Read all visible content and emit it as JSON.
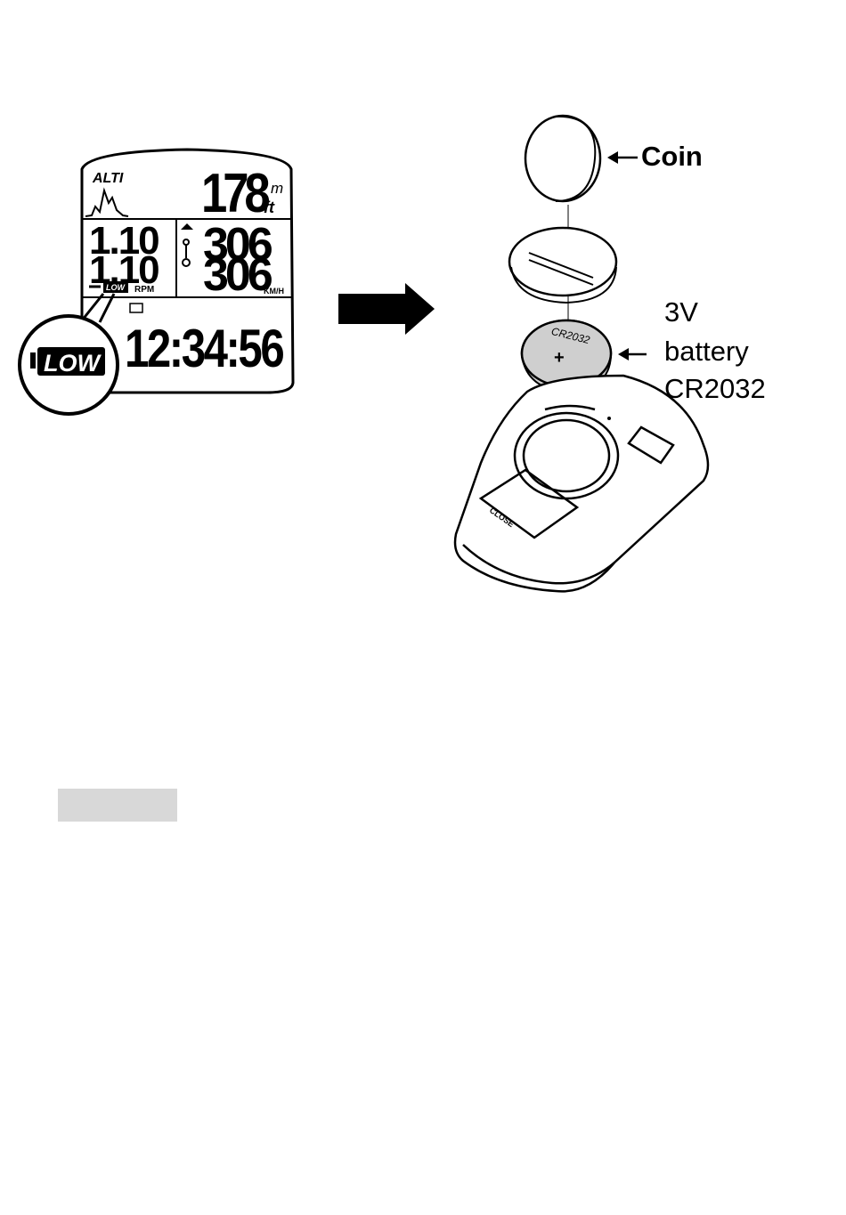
{
  "display": {
    "brand": "ALTI",
    "altitude_value": "178",
    "altitude_unit_m": "m",
    "altitude_unit_ft": "ft",
    "trip_value_top": "1.10",
    "trip_value_bottom": "1.10",
    "speed_value_top": "306",
    "speed_value_bottom": "306",
    "speed_unit": "KM/H",
    "rpm_label": "RPM",
    "low_small": "LOW",
    "clock_value": "12:34:56",
    "low_badge": "LOW"
  },
  "diagram": {
    "coin_label": "Coin",
    "battery_label_line1": "3V",
    "battery_label_line2": "battery",
    "battery_label_line3": "CR2032",
    "battery_marking": "CR2032",
    "bracket_marking": "CLOSE"
  },
  "colors": {
    "ink": "#000000",
    "battery_fill": "#cfcfcf",
    "gray_block": "#d8d8d8"
  }
}
